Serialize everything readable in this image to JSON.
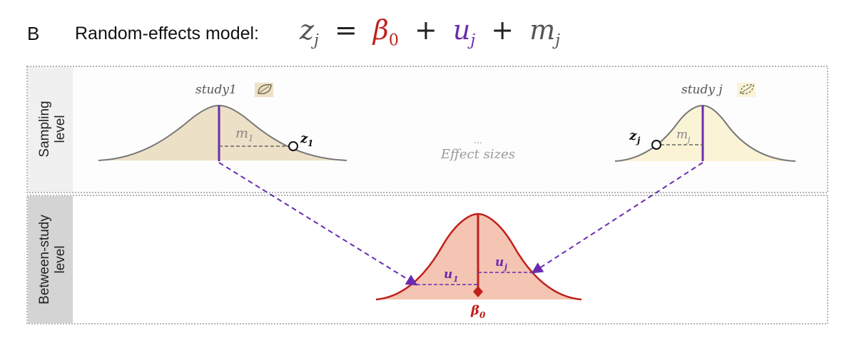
{
  "panel_letter": "B",
  "title": "Random-effects model:",
  "equation": {
    "lhs_var": "z",
    "lhs_sub": "j",
    "equals": "=",
    "beta_var": "β",
    "beta_sub": "0",
    "plus1": "+",
    "u_var": "u",
    "u_sub": "j",
    "plus2": "+",
    "m_var": "m",
    "m_sub": "j"
  },
  "levels": {
    "sampling": [
      "Sampling",
      "level"
    ],
    "between": [
      "Between-study",
      "level"
    ]
  },
  "study1": {
    "label": "study1",
    "m_var": "m",
    "m_sub": "1",
    "z_var": "z",
    "z_sub": "1"
  },
  "studyj": {
    "label": "study j",
    "m_var": "m",
    "m_sub": "j",
    "z_var": "z",
    "z_sub": "j"
  },
  "middle": {
    "dots": "...",
    "effect_sizes": "Effect sizes"
  },
  "between": {
    "u1_var": "u",
    "u1_sub": "1",
    "uj_var": "u",
    "uj_sub": "j",
    "beta_var": "β",
    "beta_sub": "0"
  },
  "colors": {
    "red": "#c0201d",
    "purple": "#6a2cb0",
    "tan_fill": "#ece0c6",
    "cream_fill": "#fbf3d6",
    "salmon_fill": "#f4c5b2",
    "sidebar_top": "#f0f0f0",
    "sidebar_bottom": "#d4d4d4"
  }
}
